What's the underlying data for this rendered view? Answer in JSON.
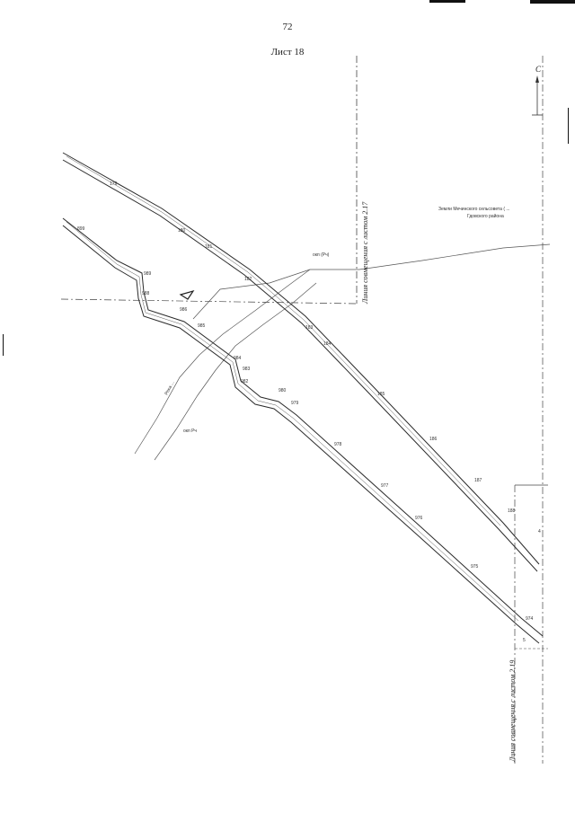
{
  "page": {
    "number": "72",
    "sheet": "Лист 18"
  },
  "north": {
    "letter": "С"
  },
  "labels": {
    "match_line_top": "Линия совмещения с листом 2.17",
    "match_line_bottom": "Линия совмещения с листом 2.19",
    "zone_note_line1": "Земли Мечинского сельсовета ( ...",
    "zone_note_line2": "Гдовского района",
    "river_left": "Река ...",
    "river_mouth": "окп Рч",
    "stream_note": "окп (Рч)"
  },
  "points_upper": [
    "179",
    "180",
    "181",
    "182",
    "183",
    "184",
    "185",
    "186",
    "187",
    "188"
  ],
  "points_lower": [
    "899",
    "989",
    "988",
    "986",
    "985",
    "984",
    "983",
    "982",
    "980",
    "979",
    "978",
    "977",
    "976",
    "975",
    "974"
  ],
  "side_marks": [
    "4",
    "5"
  ],
  "colors": {
    "ink": "#2a2a2a",
    "paper": "#ffffff"
  }
}
